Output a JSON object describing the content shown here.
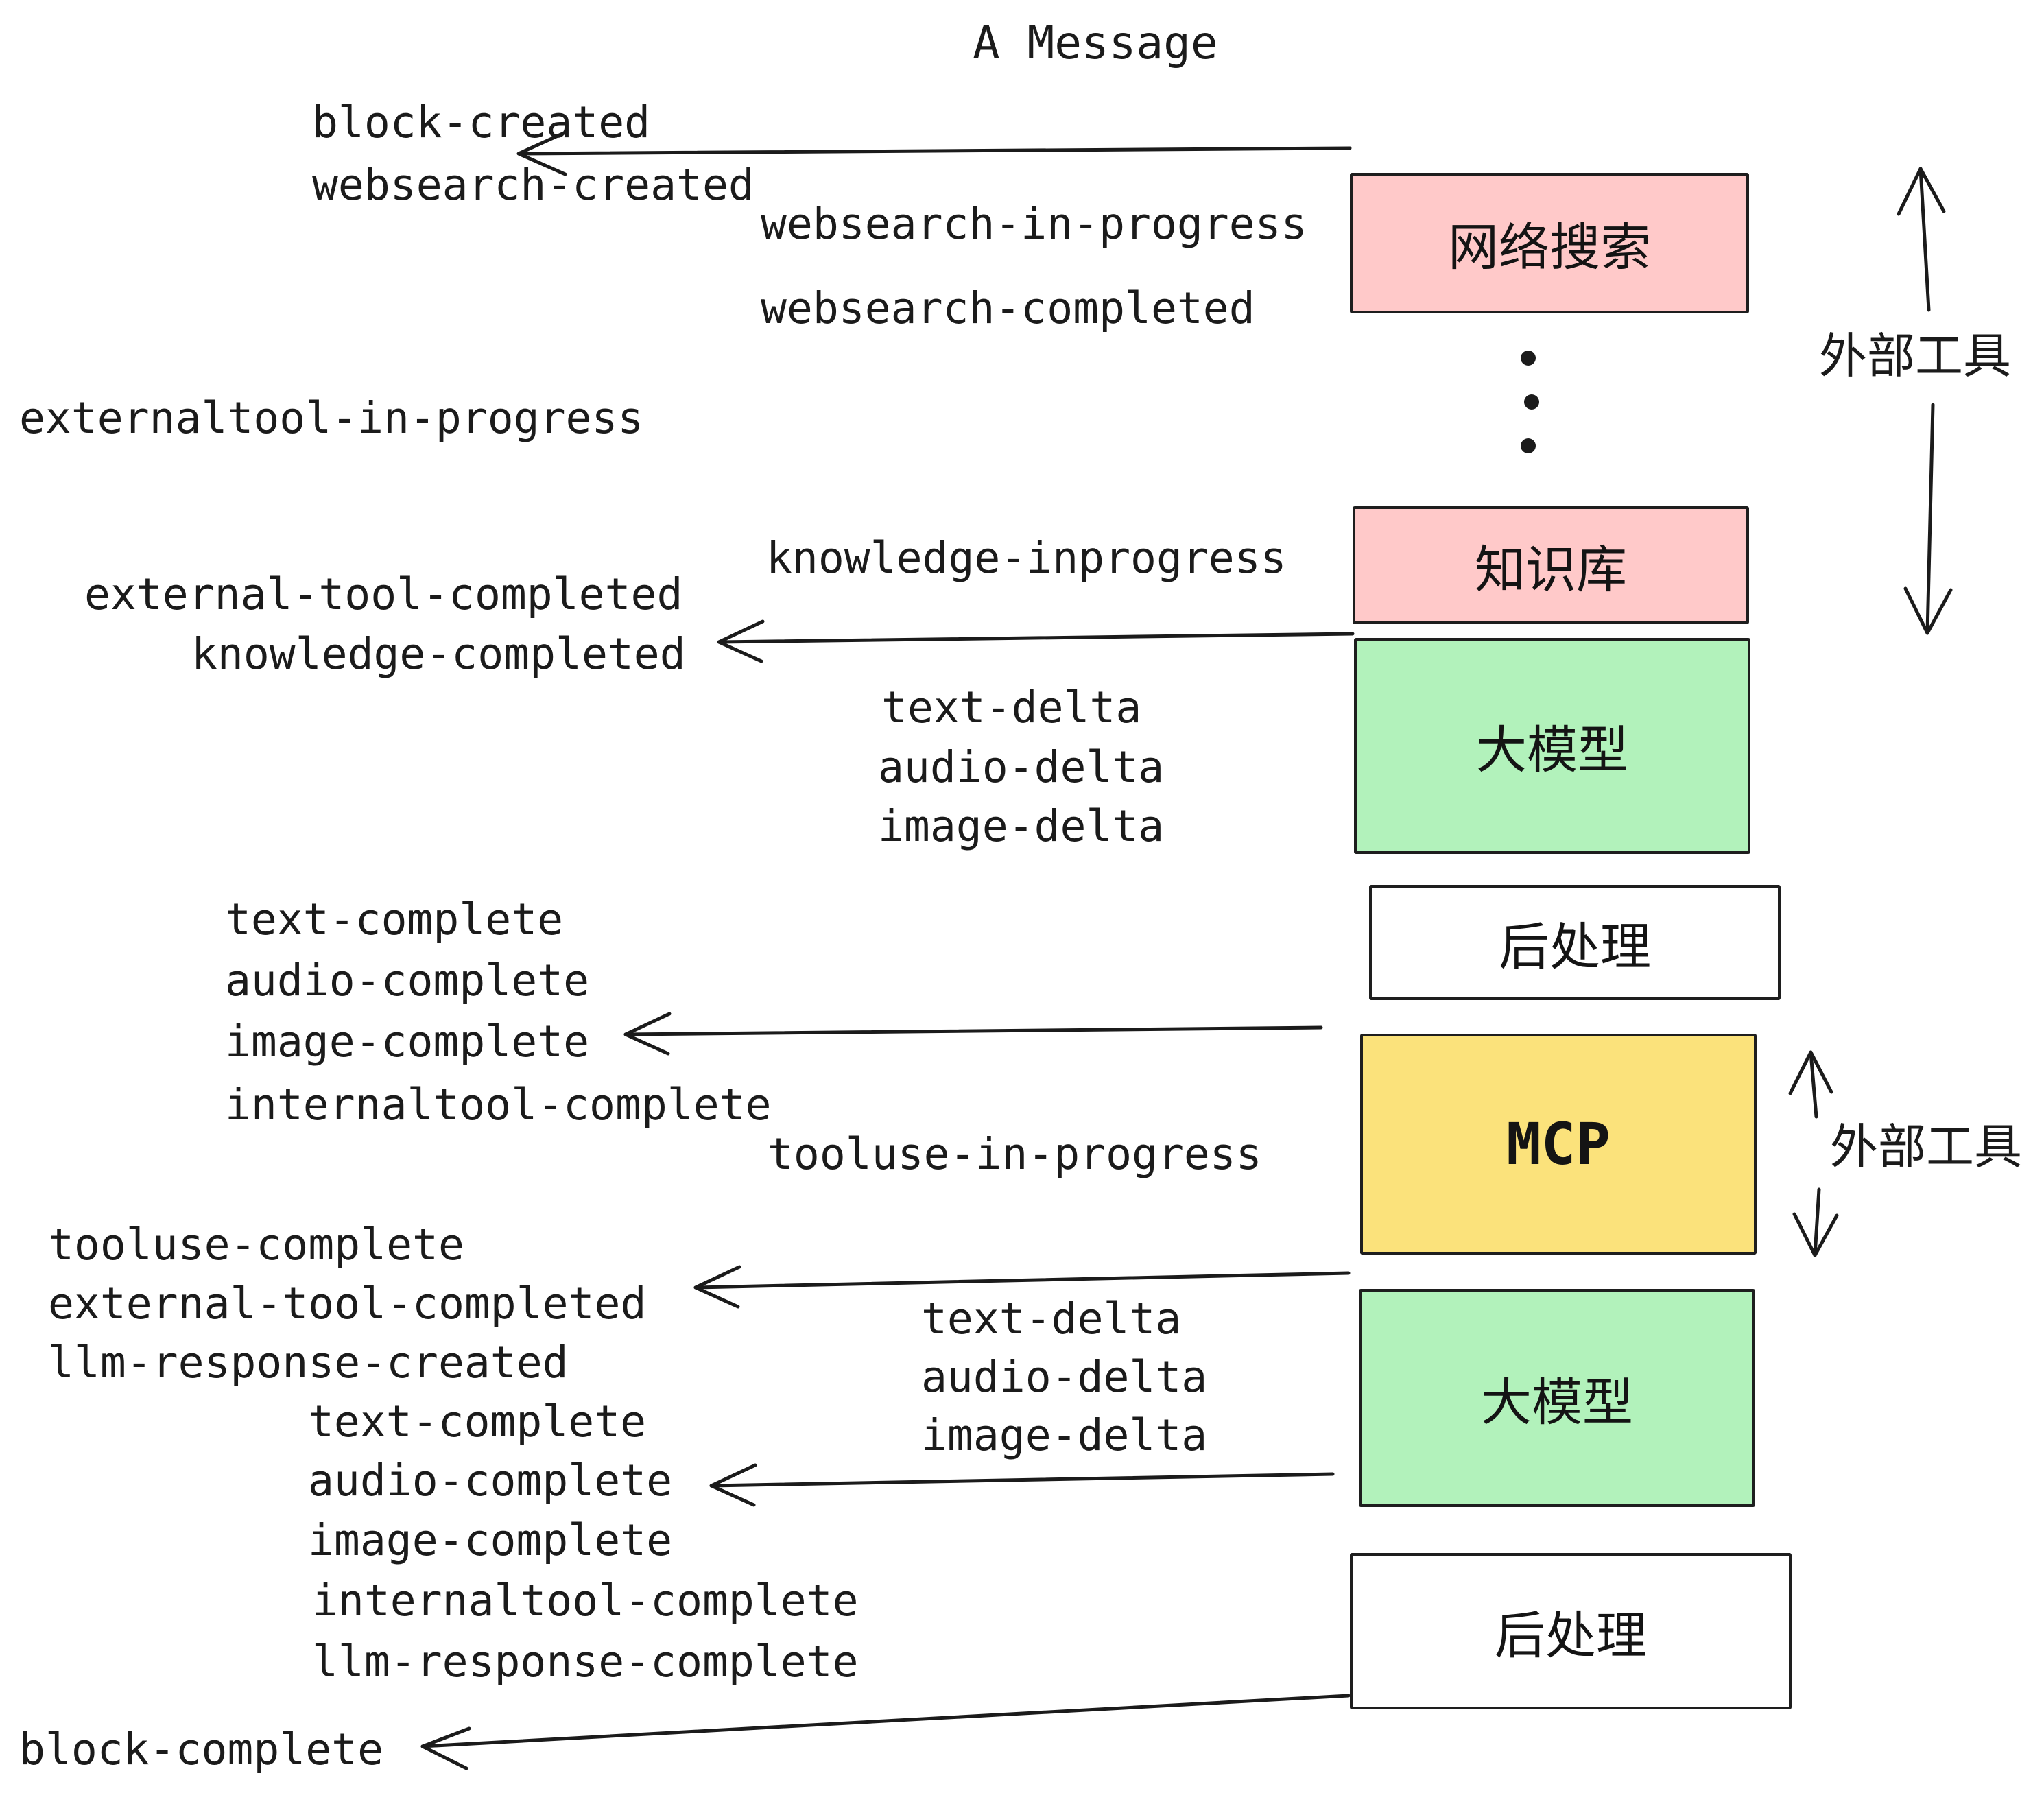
{
  "title": "A Message",
  "events": [
    "block-created",
    "websearch-created",
    "websearch-in-progress",
    "websearch-completed",
    "externaltool-in-progress",
    "knowledge-inprogress",
    "external-tool-completed",
    "knowledge-completed",
    "text-delta",
    "audio-delta",
    "image-delta",
    "text-complete",
    "audio-complete",
    "image-complete",
    "internaltool-complete",
    "tooluse-in-progress",
    "tooluse-complete",
    "external-tool-completed",
    "llm-response-created",
    "text-complete",
    "audio-complete",
    "text-delta",
    "audio-delta",
    "image-delta",
    "image-complete",
    "internaltool-complete",
    "llm-response-complete",
    "block-complete"
  ],
  "boxes": {
    "websearch": {
      "label": "网络搜索",
      "fill": "#ffc9c9"
    },
    "knowledge": {
      "label": "知识库",
      "fill": "#ffc9c9"
    },
    "llm_top": {
      "label": "大模型",
      "fill": "#b2f2bb"
    },
    "postprocess_top": {
      "label": "后处理",
      "fill": "#ffffff"
    },
    "mcp": {
      "label": "MCP",
      "fill": "#fbe27b"
    },
    "llm_bottom": {
      "label": "大模型",
      "fill": "#b2f2bb"
    },
    "postprocess_bottom": {
      "label": "后处理",
      "fill": "#ffffff"
    }
  },
  "side_labels": {
    "external_tools_top": "外部工具",
    "external_tools_bottom": "外部工具"
  },
  "icons": {
    "vertical_ellipsis": "three stacked dots between websearch and knowledge boxes"
  },
  "colors": {
    "pink": "#ffc9c9",
    "green": "#b2f2bb",
    "yellow": "#fbe27b",
    "box_border": "#1e1e1e",
    "ink": "#1b1b1b",
    "background": "#ffffff"
  }
}
